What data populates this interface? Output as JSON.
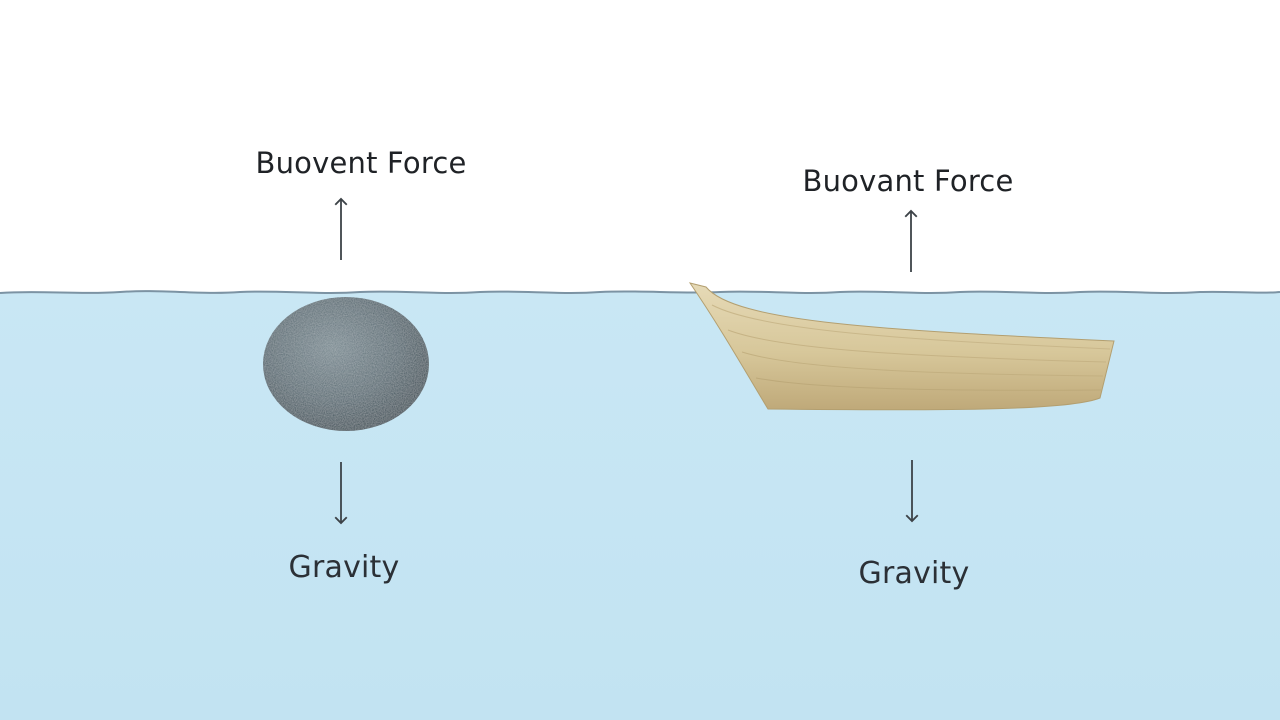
{
  "labels": {
    "left_buoyant": "Buovent Force",
    "right_buoyant": "Buovant Force",
    "left_gravity": "Gravity",
    "right_gravity": "Gravity"
  },
  "colors": {
    "background": "#ffffff",
    "water": "#c7e6f3",
    "water_line": "#7c93a3",
    "stone": "#55676f",
    "boat_light": "#e1d4ae",
    "boat_dark": "#b9a476",
    "arrow": "#3d4348",
    "text": "#1f2226"
  },
  "objects": [
    {
      "name": "stone",
      "state": "submerged"
    },
    {
      "name": "boat",
      "state": "floating"
    }
  ]
}
